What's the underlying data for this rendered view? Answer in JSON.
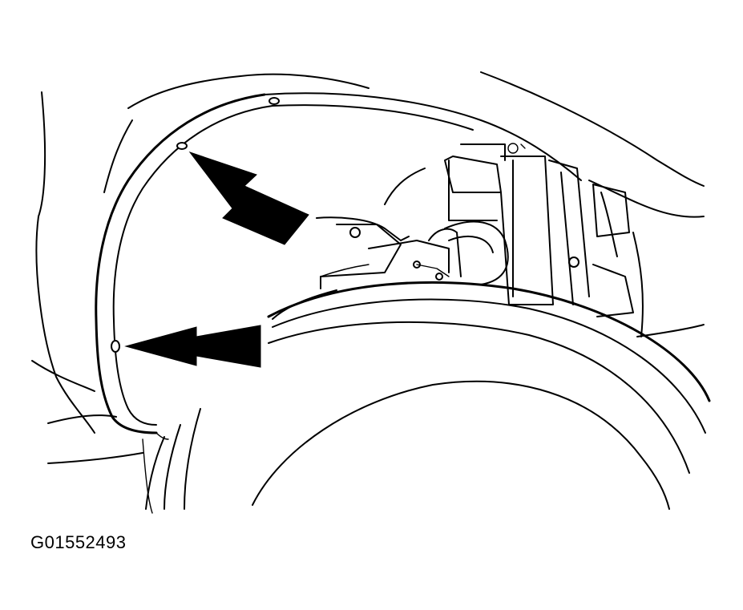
{
  "figure": {
    "id": "G01552493",
    "line_color": "#000000",
    "background_color": "#ffffff"
  },
  "callouts": [
    {
      "name": "upper-fastener-arrow",
      "icon": "arrow-icon"
    },
    {
      "name": "lower-fastener-arrow",
      "icon": "arrow-icon"
    }
  ]
}
